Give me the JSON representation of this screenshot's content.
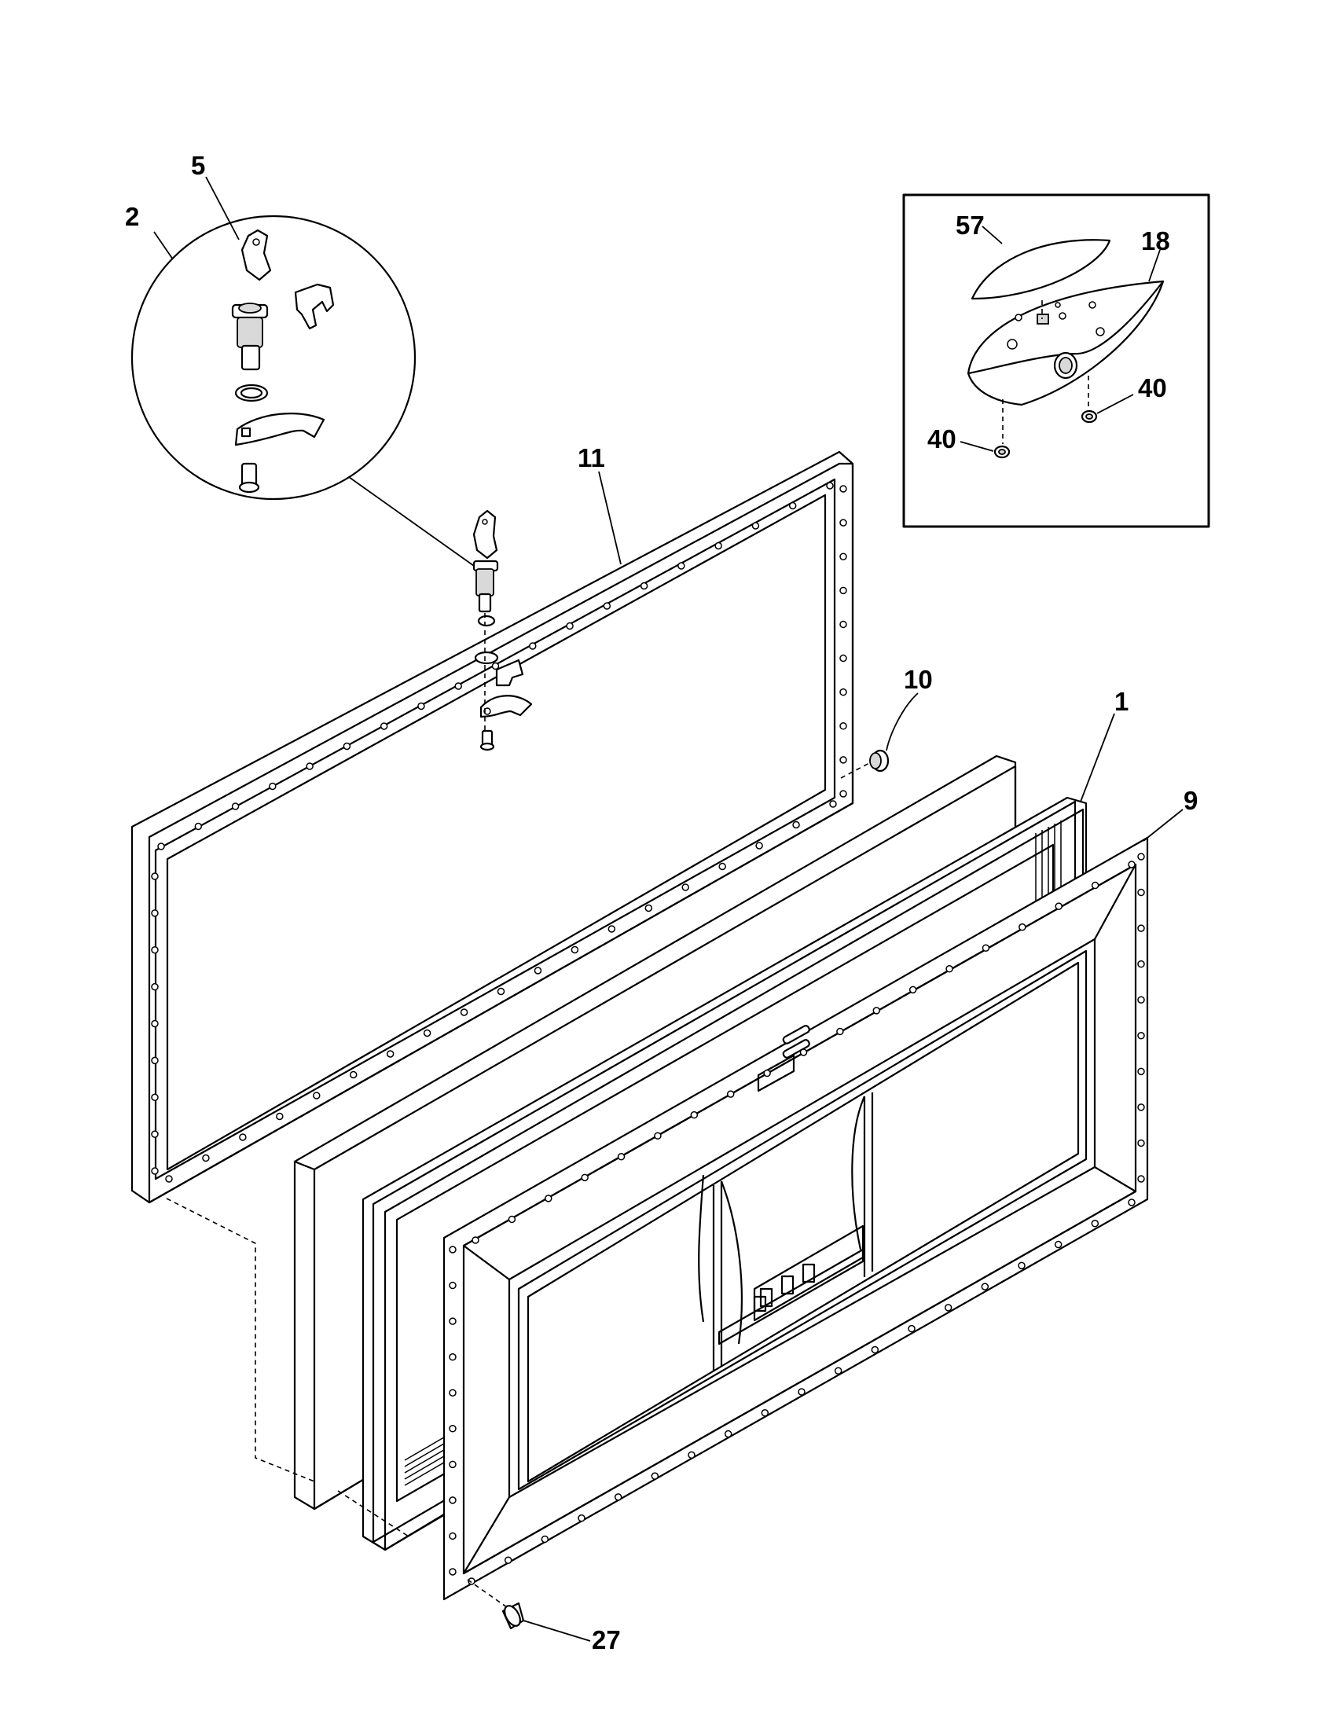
{
  "callouts": {
    "c1": "1",
    "c2": "2",
    "c5": "5",
    "c9": "9",
    "c10": "10",
    "c11": "11",
    "c18": "18",
    "c27": "27",
    "c40a": "40",
    "c40b": "40",
    "c57": "57"
  }
}
